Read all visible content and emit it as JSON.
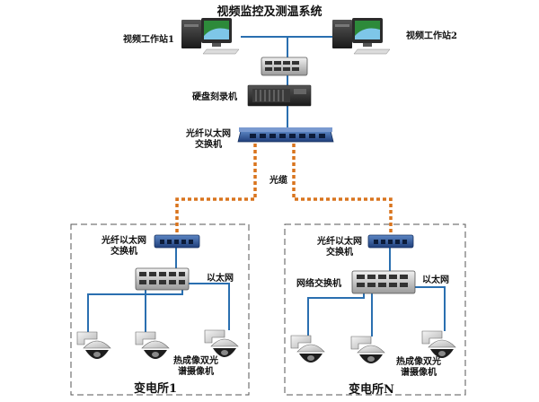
{
  "title": "视频监控及测温系统",
  "workstations": {
    "left": "视频工作站1",
    "right": "视频工作站2"
  },
  "core": {
    "recorder": "硬盘刻录机",
    "switch_line1": "光纤以太网",
    "switch_line2": "交换机",
    "fiber": "光缆"
  },
  "substation_1": {
    "name": "变电所1",
    "switch_line1": "光纤以太网",
    "switch_line2": "交换机",
    "ethernet": "以太网",
    "camera_line1": "热成像双光",
    "camera_line2": "谱摄像机"
  },
  "substation_n": {
    "name": "变电所N",
    "switch_line1": "光纤以太网",
    "switch_line2": "交换机",
    "network_switch": "网络交换机",
    "ethernet": "以太网",
    "camera_line1": "热成像双光",
    "camera_line2": "谱摄像机"
  },
  "colors": {
    "fiber": "#d9741d",
    "ethernet": "#2a6fb0",
    "dashed_border": "#555555"
  }
}
